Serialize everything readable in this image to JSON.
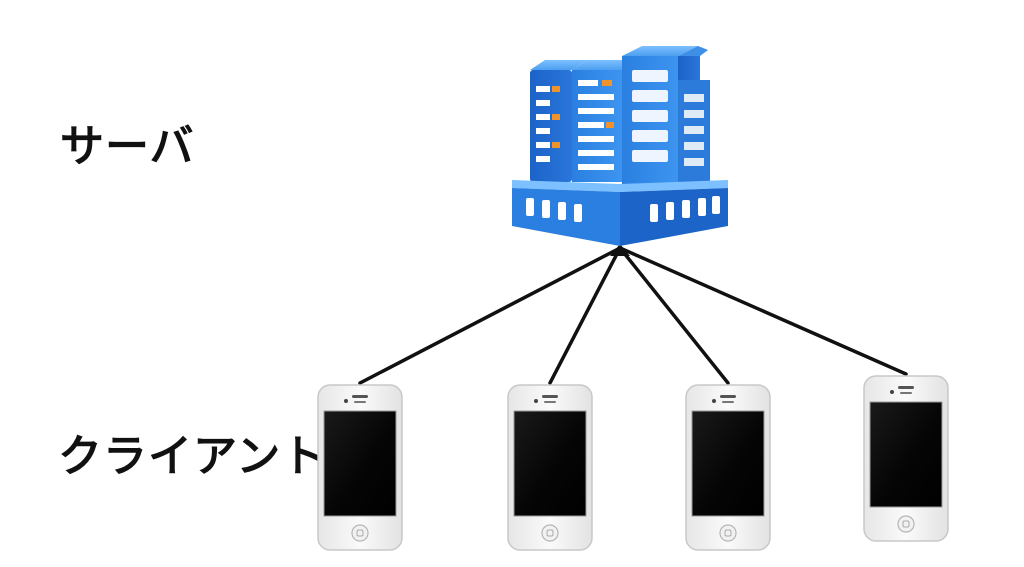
{
  "labels": {
    "server": "サーバ",
    "client": "クライアント"
  },
  "colors": {
    "server_blue": "#2f86e6",
    "server_light_blue": "#5aa8f5",
    "server_dark_blue": "#1c5fc0",
    "server_orange": "#f0932b",
    "line": "#111111",
    "phone_body": "#f4f4f4",
    "phone_screen": "#050505"
  },
  "nodes": {
    "server": {
      "icon": "server-icon"
    },
    "clients": [
      {
        "icon": "smartphone-icon"
      },
      {
        "icon": "smartphone-icon"
      },
      {
        "icon": "smartphone-icon"
      },
      {
        "icon": "smartphone-icon"
      }
    ]
  },
  "edges": [
    {
      "from": "client-1",
      "to": "server"
    },
    {
      "from": "client-2",
      "to": "server"
    },
    {
      "from": "client-3",
      "to": "server"
    },
    {
      "from": "client-4",
      "to": "server"
    }
  ]
}
